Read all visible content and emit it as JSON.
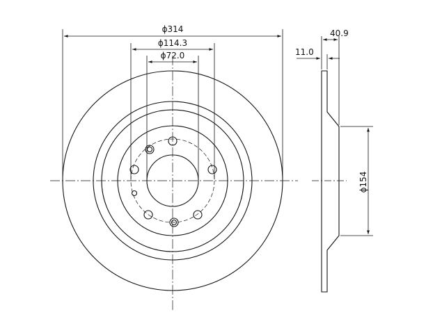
{
  "dimensions": {
    "outer_diameter": "ϕ314",
    "bolt_circle_diameter": "ϕ114.3",
    "center_bore_diameter": "ϕ72.0",
    "total_height": "40.9",
    "disc_thickness": "11.0",
    "hat_diameter": "ϕ154"
  },
  "colors": {
    "line": "#111111",
    "background": "#ffffff"
  }
}
